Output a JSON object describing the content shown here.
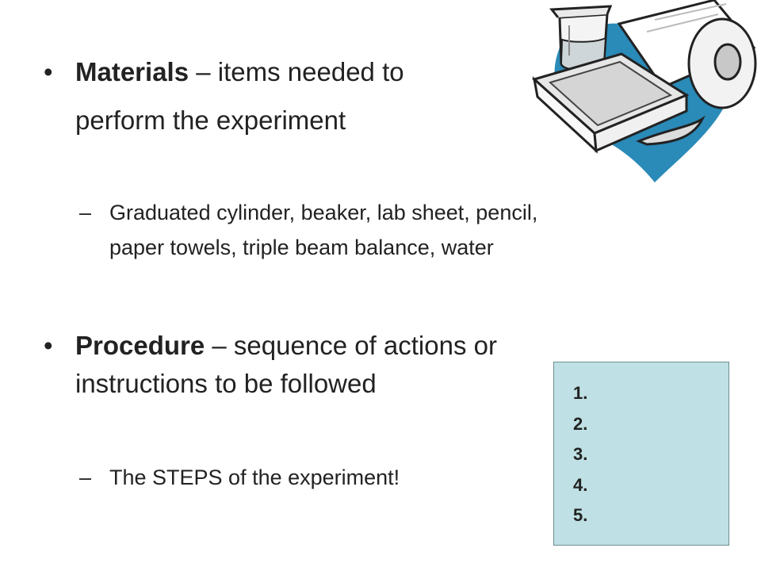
{
  "slide": {
    "bullets": [
      {
        "term": "Materials",
        "line1_rest": " – items needed to",
        "line2": "perform the experiment",
        "sub": {
          "dash": "–",
          "line1": "Graduated cylinder, beaker, lab sheet, pencil,",
          "line2": "paper towels, triple beam balance, water"
        }
      },
      {
        "term": "Procedure",
        "line1_rest": " – sequence of actions or",
        "line2": "instructions to be followed",
        "sub": {
          "dash": "–",
          "line1": "The STEPS of the experiment!"
        }
      }
    ],
    "bullet_symbol": "•",
    "steps_box": {
      "items": [
        "1.",
        "2.",
        "3.",
        "4.",
        "5."
      ]
    },
    "colors": {
      "text": "#222222",
      "steps_box_fill": "#bfe0e4",
      "clipart_accent": "#2a8ab8"
    },
    "clipart": {
      "icons": [
        "beaker-icon",
        "tray-icon",
        "paper-towel-roll-icon"
      ]
    }
  }
}
